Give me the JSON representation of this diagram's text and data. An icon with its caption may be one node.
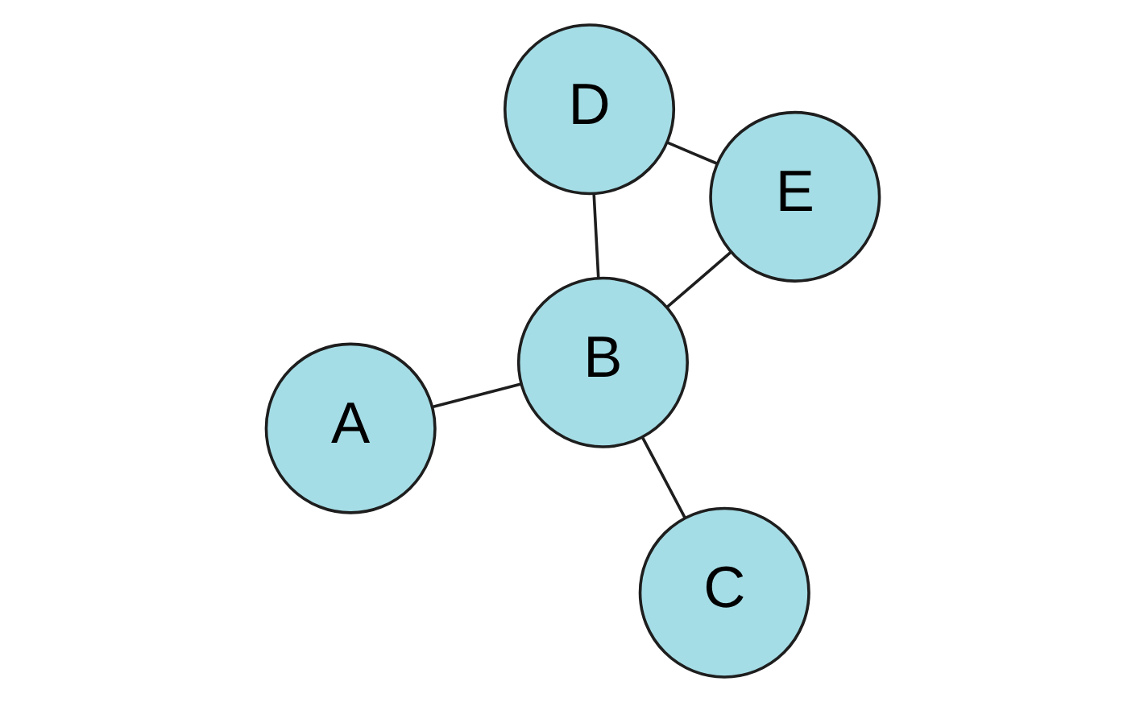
{
  "diagram": {
    "nodes": [
      {
        "text": [
          "A"
        ]
      },
      {
        "text": [
          "B"
        ]
      },
      {
        "text": [
          "C"
        ]
      },
      {
        "text": [
          "D"
        ]
      },
      {
        "text": [
          "E"
        ]
      }
    ],
    "edges": [
      {
        "from": 0,
        "to": 1,
        "arrow": "none"
      },
      {
        "from": 1,
        "to": 2,
        "arrow": "none"
      },
      {
        "from": 1,
        "to": 3,
        "arrow": "none"
      },
      {
        "from": 1,
        "to": 4,
        "arrow": "none"
      },
      {
        "from": 3,
        "to": 4,
        "arrow": "none"
      }
    ]
  }
}
